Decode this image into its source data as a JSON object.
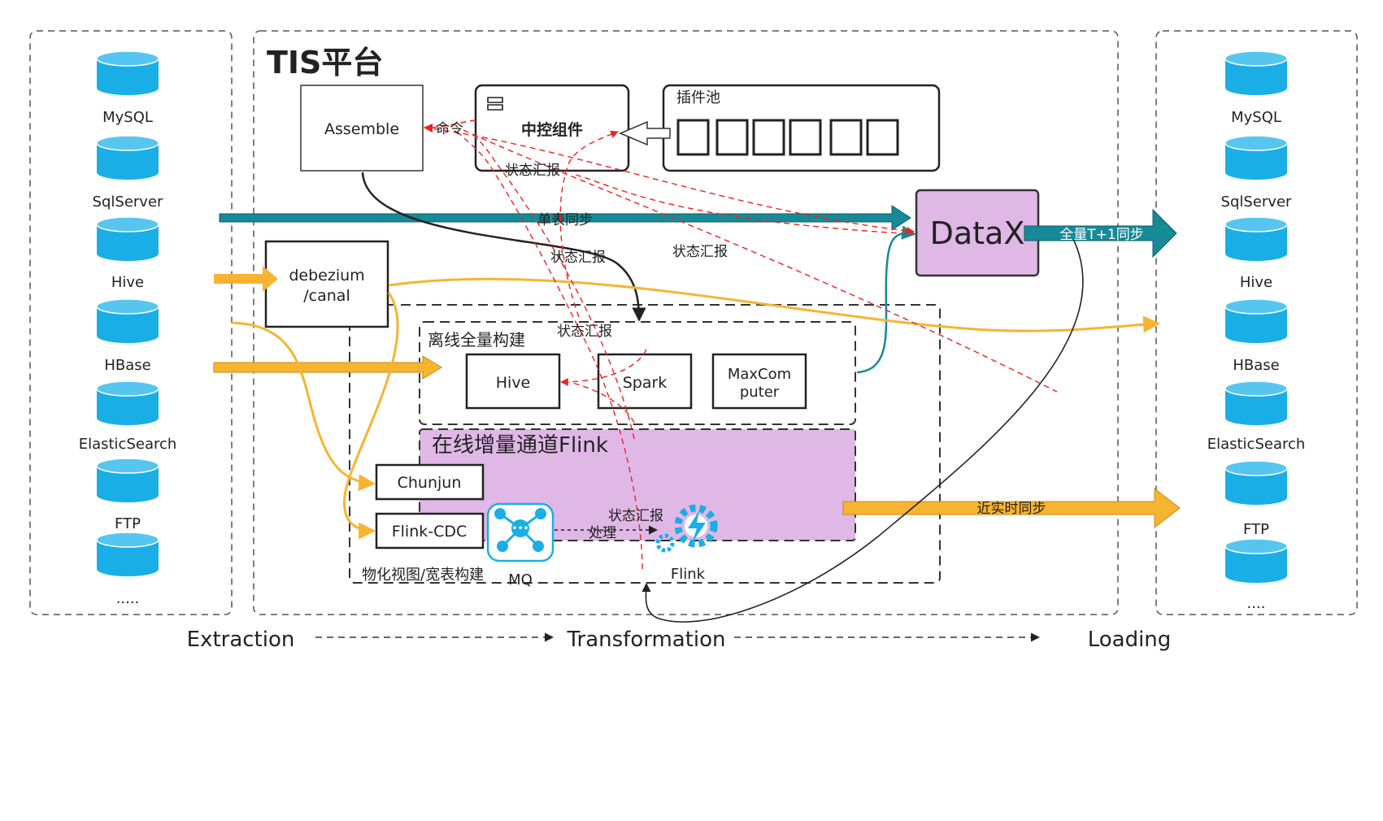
{
  "platform": {
    "title": "TIS平台"
  },
  "source_panel": {
    "items": [
      "MySQL",
      "SqlServer",
      "Hive",
      "HBase",
      "ElasticSearch",
      "FTP",
      "....."
    ]
  },
  "target_panel": {
    "items": [
      "MySQL",
      "SqlServer",
      "Hive",
      "HBase",
      "ElasticSearch",
      "FTP",
      "...."
    ]
  },
  "assemble": {
    "label": "Assemble"
  },
  "central": {
    "label": "中控组件"
  },
  "plugin_pool": {
    "label": "插件池"
  },
  "datax": {
    "label": "DataX"
  },
  "debezium": {
    "line1": "debezium",
    "line2": "/canal"
  },
  "offline": {
    "label": "离线全量构建",
    "hive": "Hive",
    "spark": "Spark",
    "maxcompute_line1": "MaxCom",
    "maxcompute_line2": "puter"
  },
  "online": {
    "label": "在线增量通道Flink"
  },
  "chunjun": {
    "label": "Chunjun"
  },
  "flinkcdc": {
    "label": "Flink-CDC"
  },
  "mq": {
    "label": "MQ"
  },
  "flink": {
    "label": "Flink"
  },
  "mv": {
    "label": "物化视图/宽表构建"
  },
  "annotations": {
    "command": "命令",
    "status1": "状态汇报",
    "status2": "状态汇报",
    "status3": "状态汇报",
    "status4": "状态汇报",
    "status5": "状态汇报",
    "process": "处理"
  },
  "arrows": {
    "single_table": "单表同步",
    "full_t1": "全量T+1同步",
    "realtime": "近实时同步"
  },
  "etl": {
    "extraction": "Extraction",
    "transformation": "Transformation",
    "loading": "Loading"
  },
  "colors": {
    "db": "#1aaee6",
    "teal": "#168a96",
    "orange": "#f7b431",
    "purple": "#dfb8e6",
    "red": "#ee2222"
  }
}
